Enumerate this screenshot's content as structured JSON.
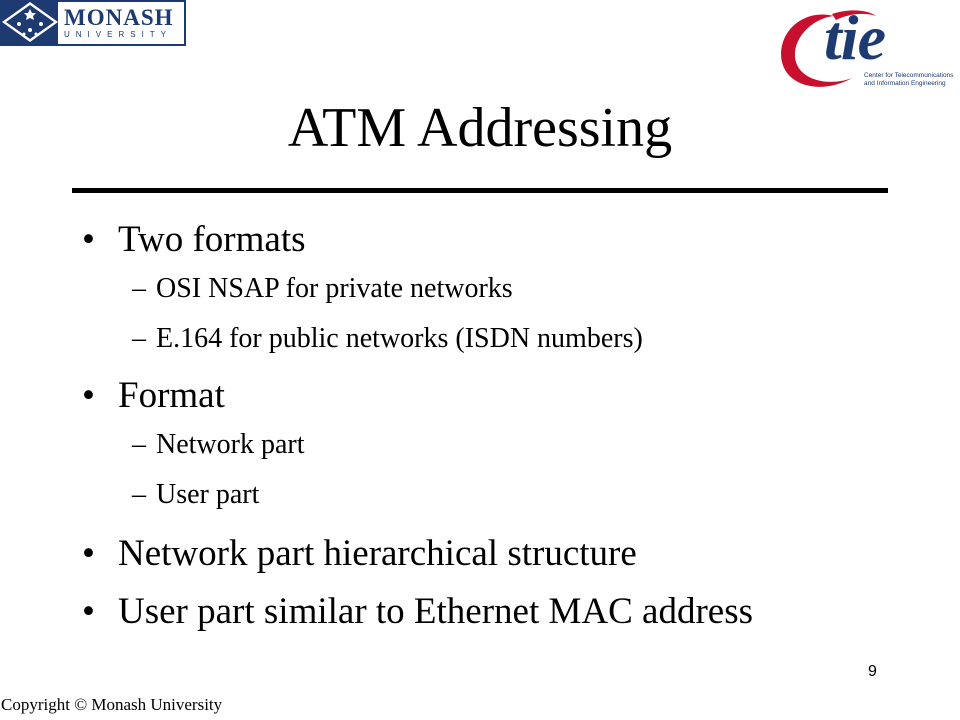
{
  "logos": {
    "monash": {
      "name": "MONASH",
      "sub": "UNIVERSITY",
      "color": "#1d3b70"
    },
    "ctie": {
      "word": "tie",
      "caption_line1": "Center for Telecommunications",
      "caption_line2": "and Information Engineering",
      "swoosh_color": "#c8102e",
      "text_color": "#1d3b70"
    }
  },
  "slide": {
    "title": "ATM Addressing",
    "bullets": [
      {
        "text": "Two formats",
        "sub": [
          "OSI NSAP for private networks",
          "E.164 for public networks (ISDN numbers)"
        ]
      },
      {
        "text": "Format",
        "sub": [
          "Network part",
          "User part"
        ]
      },
      {
        "text": "Network part hierarchical structure",
        "sub": []
      },
      {
        "text": "User part similar to Ethernet MAC address",
        "sub": []
      }
    ],
    "bullet_char": "•",
    "dash_char": "–"
  },
  "footer": {
    "page_number": "9",
    "copyright": "Copyright © Monash University"
  }
}
